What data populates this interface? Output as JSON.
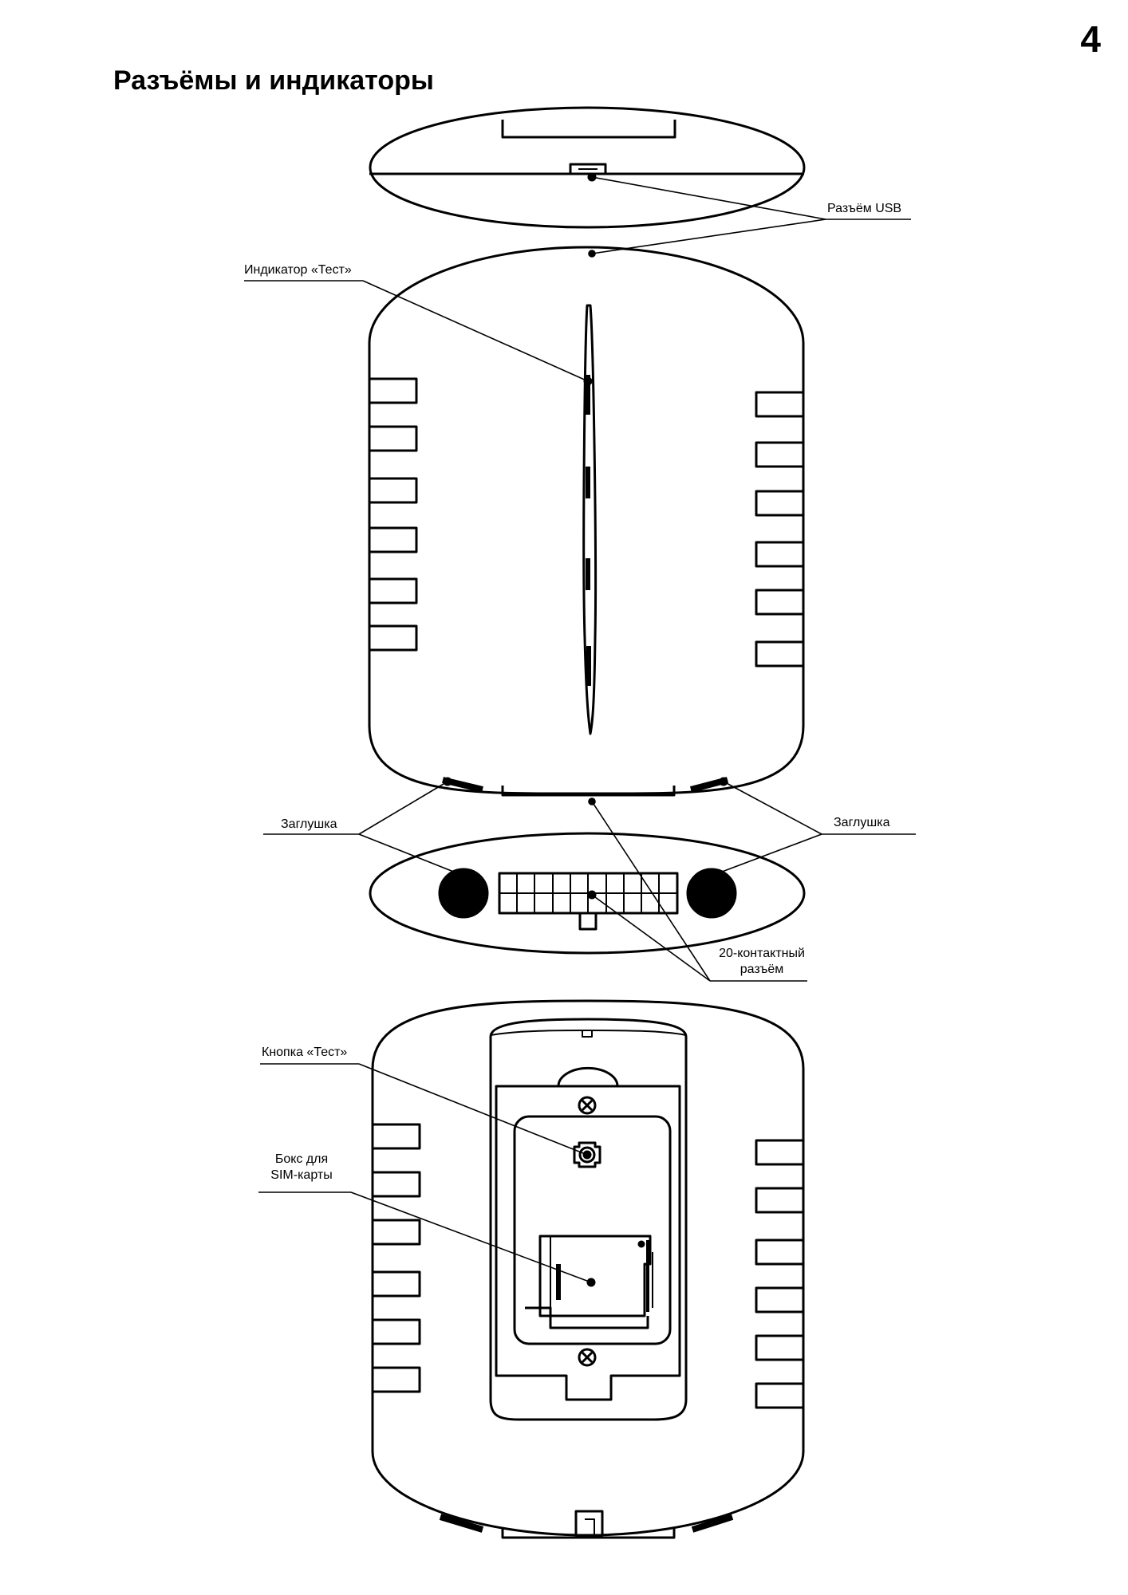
{
  "page": {
    "number": "4",
    "title": "Разъёмы и индикаторы"
  },
  "labels": {
    "usb": "Разъём USB",
    "test_indicator": "Индикатор «Тест»",
    "plug_left": "Заглушка",
    "plug_right": "Заглушка",
    "connector_line1": "20-контактный",
    "connector_line2": "разъём",
    "test_button": "Кнопка «Тест»",
    "sim_box_line1": "Бокс для",
    "sim_box_line2": "SIM-карты"
  }
}
